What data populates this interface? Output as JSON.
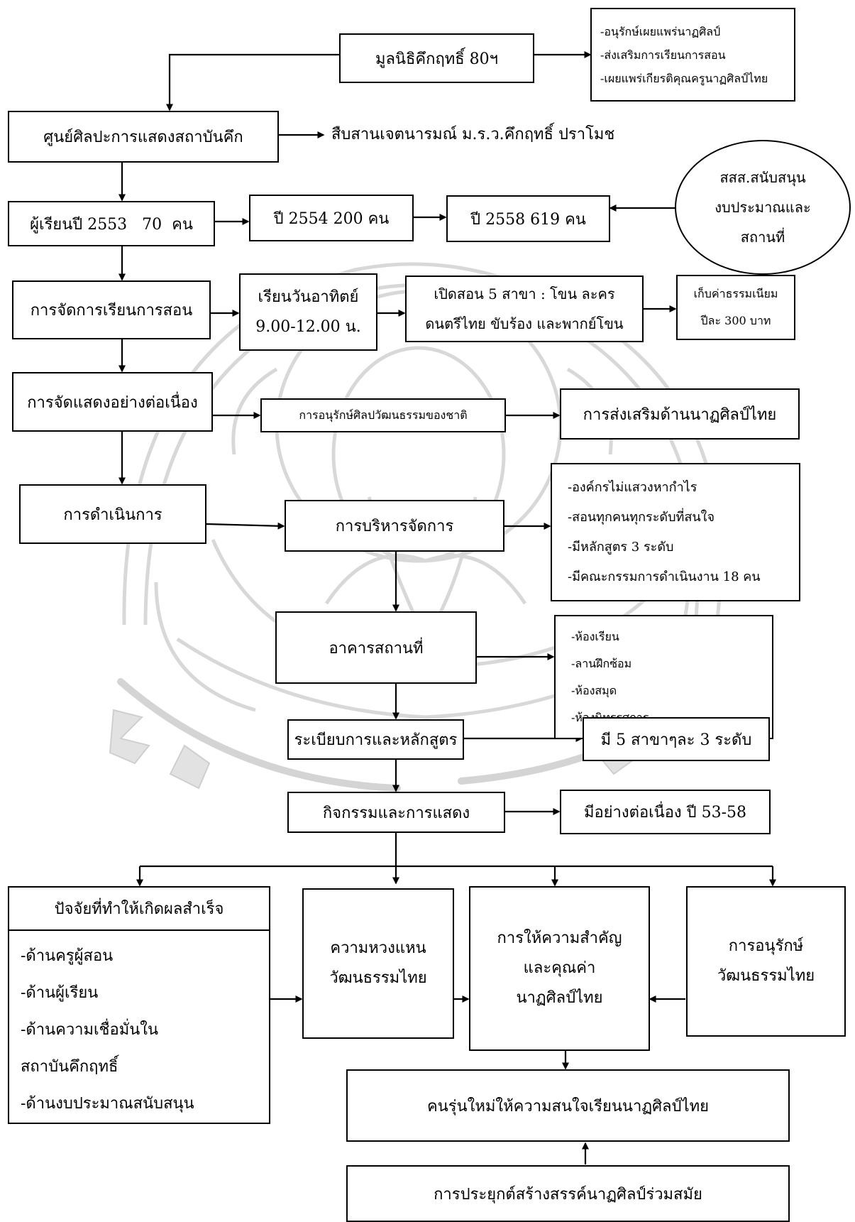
{
  "foundation": "มูลนิธิคึกฤทธิ์ 80ฯ",
  "foundation_goals": [
    "-อนุรักษ์เผยแพร่นาฏศิลป์",
    "-ส่งเสริมการเรียนการสอน",
    "-เผยแพร่เกียรติคุณครูนาฏศิลป์ไทย"
  ],
  "center": "ศูนย์ศิลปะการแสดงสถาบันคึก",
  "center_intent": "สืบสานเจตนารมณ์ ม.ร.ว.คึกฤทธิ์ ปราโมช",
  "students_2553": "ผู้เรียนปี 2553   70  คน",
  "students_2554": "ปี 2554 200 คน",
  "students_2558": "ปี 2558  619 คน",
  "sponsor": [
    "สสส.สนับสนุน",
    "งบประมาณและ",
    "สถานที่"
  ],
  "teaching": "การจัดการเรียนการสอน",
  "schedule": [
    "เรียนวันอาทิตย์",
    "9.00-12.00 น."
  ],
  "branches": [
    "เปิดสอน 5 สาขา : โขน ละคร",
    "ดนตรีไทย ขับร้อง และพากย์โขน"
  ],
  "fee": [
    "เก็บค่าธรรมเนียม",
    "ปีละ 300 บาท"
  ],
  "continuous_show": "การจัดแสดงอย่างต่อเนื่อง",
  "conservation_culture": "การอนุรักษ์ศิลปวัฒนธรรมของชาติ",
  "promotion": "การส่งเสริมด้านนาฏศิลป์ไทย",
  "operation": "การดำเนินการ",
  "administration": "การบริหารจัดการ",
  "admin_points": [
    "-องค์กรไม่แสวงหากำไร",
    "-สอนทุกคนทุกระดับที่สนใจ",
    "-มีหลักสูตร 3 ระดับ",
    "-มีคณะกรรมการดำเนินงาน 18 คน"
  ],
  "building": "อาคารสถานที่",
  "building_points": [
    "-ห้องเรียน",
    "-ลานฝึกซ้อม",
    "-ห้องสมุด",
    "-ห้องนิทรรศการ"
  ],
  "curriculum": "ระเบียบการและหลักสูตร",
  "curriculum_detail": "มี 5 สาขาๆละ 3 ระดับ",
  "activities": "กิจกรรมและการแสดง",
  "activities_detail": "มีอย่างต่อเนื่อง ปี 53-58",
  "success_title": "ปัจจัยที่ทำให้เกิดผลสำเร็จ",
  "success_points": [
    "-ด้านครูผู้สอน",
    "-ด้านผู้เรียน",
    "-ด้านความเชื่อมั่นใน",
    "สถาบันคึกฤทธิ์",
    "-ด้านงบประมาณสนับสนุน"
  ],
  "cherish": [
    "ความหวงแหน",
    "วัฒนธรรมไทย"
  ],
  "importance": [
    "การให้ความสำคัญ",
    "และคุณค่า",
    "นาฏศิลป์ไทย"
  ],
  "preserve": [
    "การอนุรักษ์",
    "วัฒนธรรมไทย"
  ],
  "new_generation": "คนรุ่นใหม่ให้ความสนใจเรียนนาฏศิลป์ไทย",
  "contemporary": "การประยุกต์สร้างสรรค์นาฏศิลป์ร่วมสมัย"
}
